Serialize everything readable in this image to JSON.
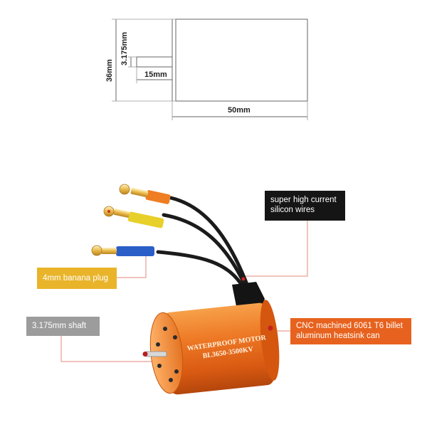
{
  "dimensions": {
    "shaft_diameter": "3.175mm",
    "shaft_length": "15mm",
    "can_diameter": "36mm",
    "can_length": "50mm"
  },
  "motor": {
    "label_line1": "WATERPROOF MOTOR",
    "label_line2": "BL3650-3500KV",
    "can_color": "#e8641b",
    "sleeve_colors": [
      "#ef7d22",
      "#e8d02a",
      "#2a5fc8"
    ]
  },
  "callouts": {
    "wires": "super high current silicon wires",
    "plug": "4mm banana plug",
    "shaft": "3.175mm shaft",
    "can": "CNC machined 6061 T6 billet aluminum heatsink can"
  },
  "colors": {
    "wires_box": "#151515",
    "plug_box": "#e9b42a",
    "shaft_box": "#9c9c9c",
    "can_box": "#e7621e",
    "leader_line": "#e08a7a"
  }
}
